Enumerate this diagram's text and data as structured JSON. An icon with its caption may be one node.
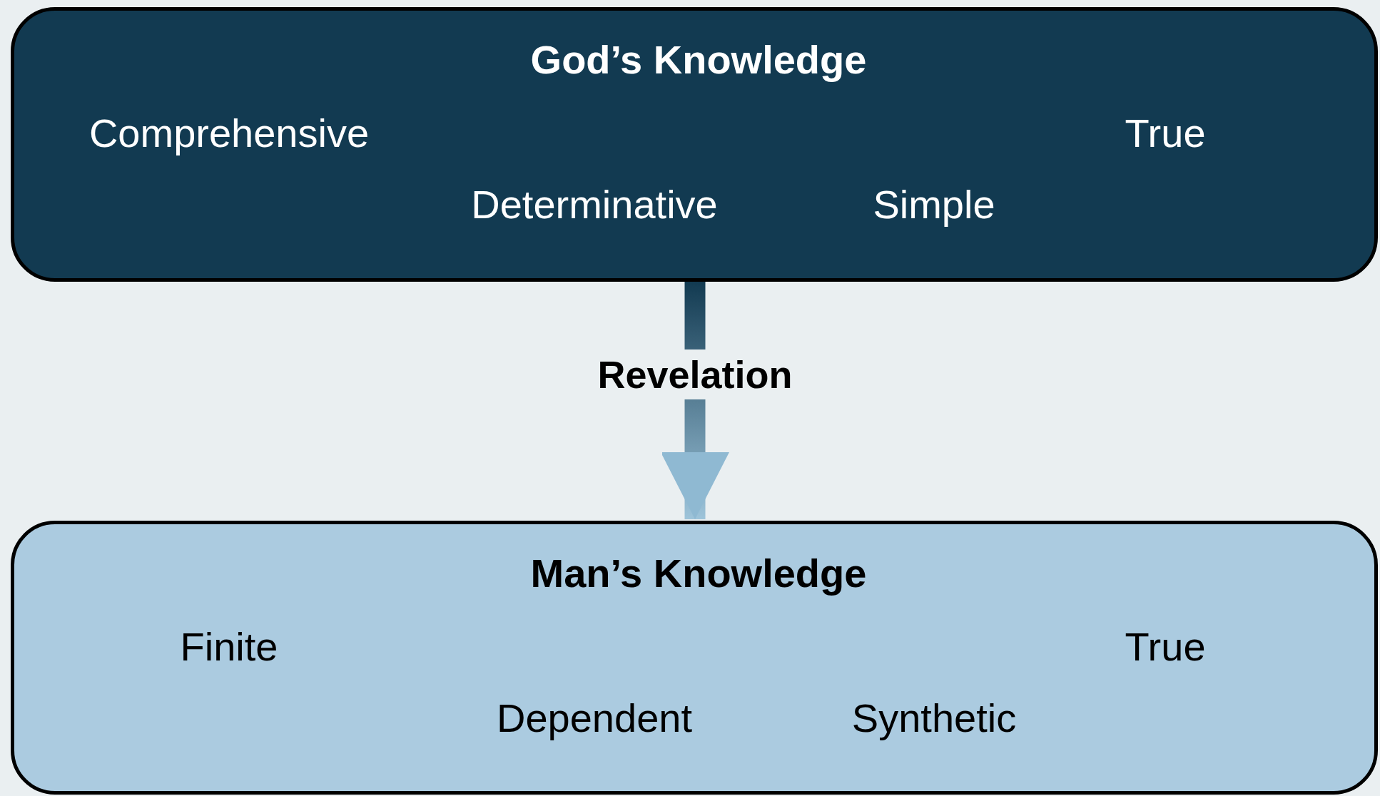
{
  "diagram": {
    "nodes": [
      {
        "text": [
          "God’s Knowledge",
          "Comprehensive",
          "True",
          "Determinative",
          "Simple"
        ]
      },
      {
        "text": [
          "Man’s Knowledge",
          "Finite",
          "True",
          "Dependent",
          "Synthetic"
        ]
      }
    ],
    "edges": [
      {
        "from": 0,
        "to": 1,
        "arrow": "to",
        "label": "Revelation",
        "style": "thick"
      }
    ]
  }
}
